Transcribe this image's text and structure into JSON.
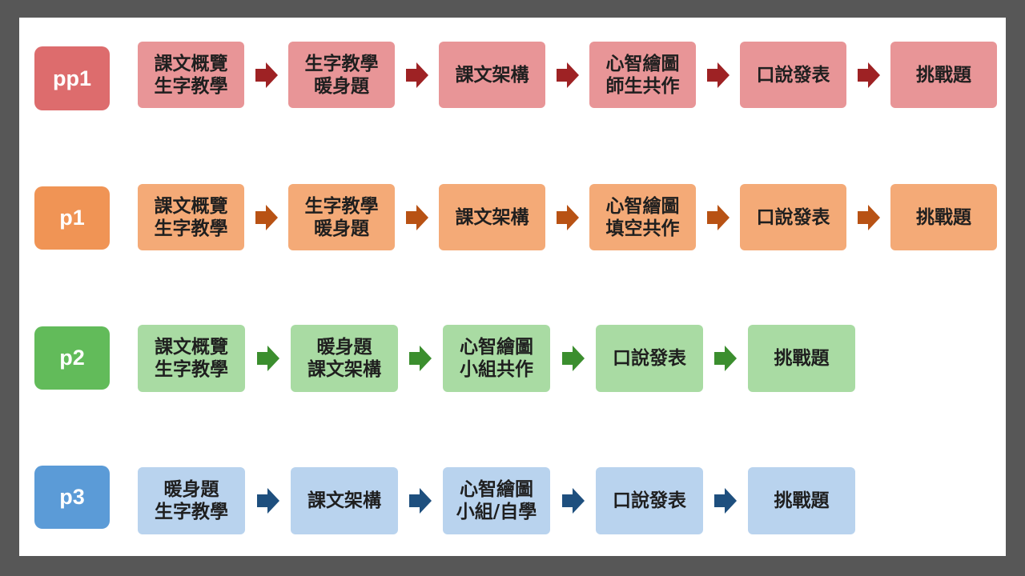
{
  "rows": [
    {
      "label": "pp1",
      "label_color": "#dd6c6d",
      "box_color": "#e89597",
      "arrow_color": "#9e2224",
      "steps": [
        [
          "課文概覽",
          "生字教學"
        ],
        [
          "生字教學",
          "暖身題"
        ],
        [
          "課文架構"
        ],
        [
          "心智繪圖",
          "師生共作"
        ],
        [
          "口說發表"
        ],
        [
          "挑戰題"
        ]
      ]
    },
    {
      "label": "p1",
      "label_color": "#f09455",
      "box_color": "#f4aa77",
      "arrow_color": "#b85214",
      "steps": [
        [
          "課文概覽",
          "生字教學"
        ],
        [
          "生字教學",
          "暖身題"
        ],
        [
          "課文架構"
        ],
        [
          "心智繪圖",
          "填空共作"
        ],
        [
          "口說發表"
        ],
        [
          "挑戰題"
        ]
      ]
    },
    {
      "label": "p2",
      "label_color": "#62bb5a",
      "box_color": "#a9dba3",
      "arrow_color": "#3b8e2e",
      "steps": [
        [
          "課文概覽",
          "生字教學"
        ],
        [
          "暖身題",
          "課文架構"
        ],
        [
          "心智繪圖",
          "小組共作"
        ],
        [
          "口說發表"
        ],
        [
          "挑戰題"
        ]
      ]
    },
    {
      "label": "p3",
      "label_color": "#5b9bd7",
      "box_color": "#b9d3ee",
      "arrow_color": "#1e4f7e",
      "steps": [
        [
          "暖身題",
          "生字教學"
        ],
        [
          "課文架構"
        ],
        [
          "心智繪圖",
          "小組/自學"
        ],
        [
          "口說發表"
        ],
        [
          "挑戰題"
        ]
      ]
    }
  ]
}
